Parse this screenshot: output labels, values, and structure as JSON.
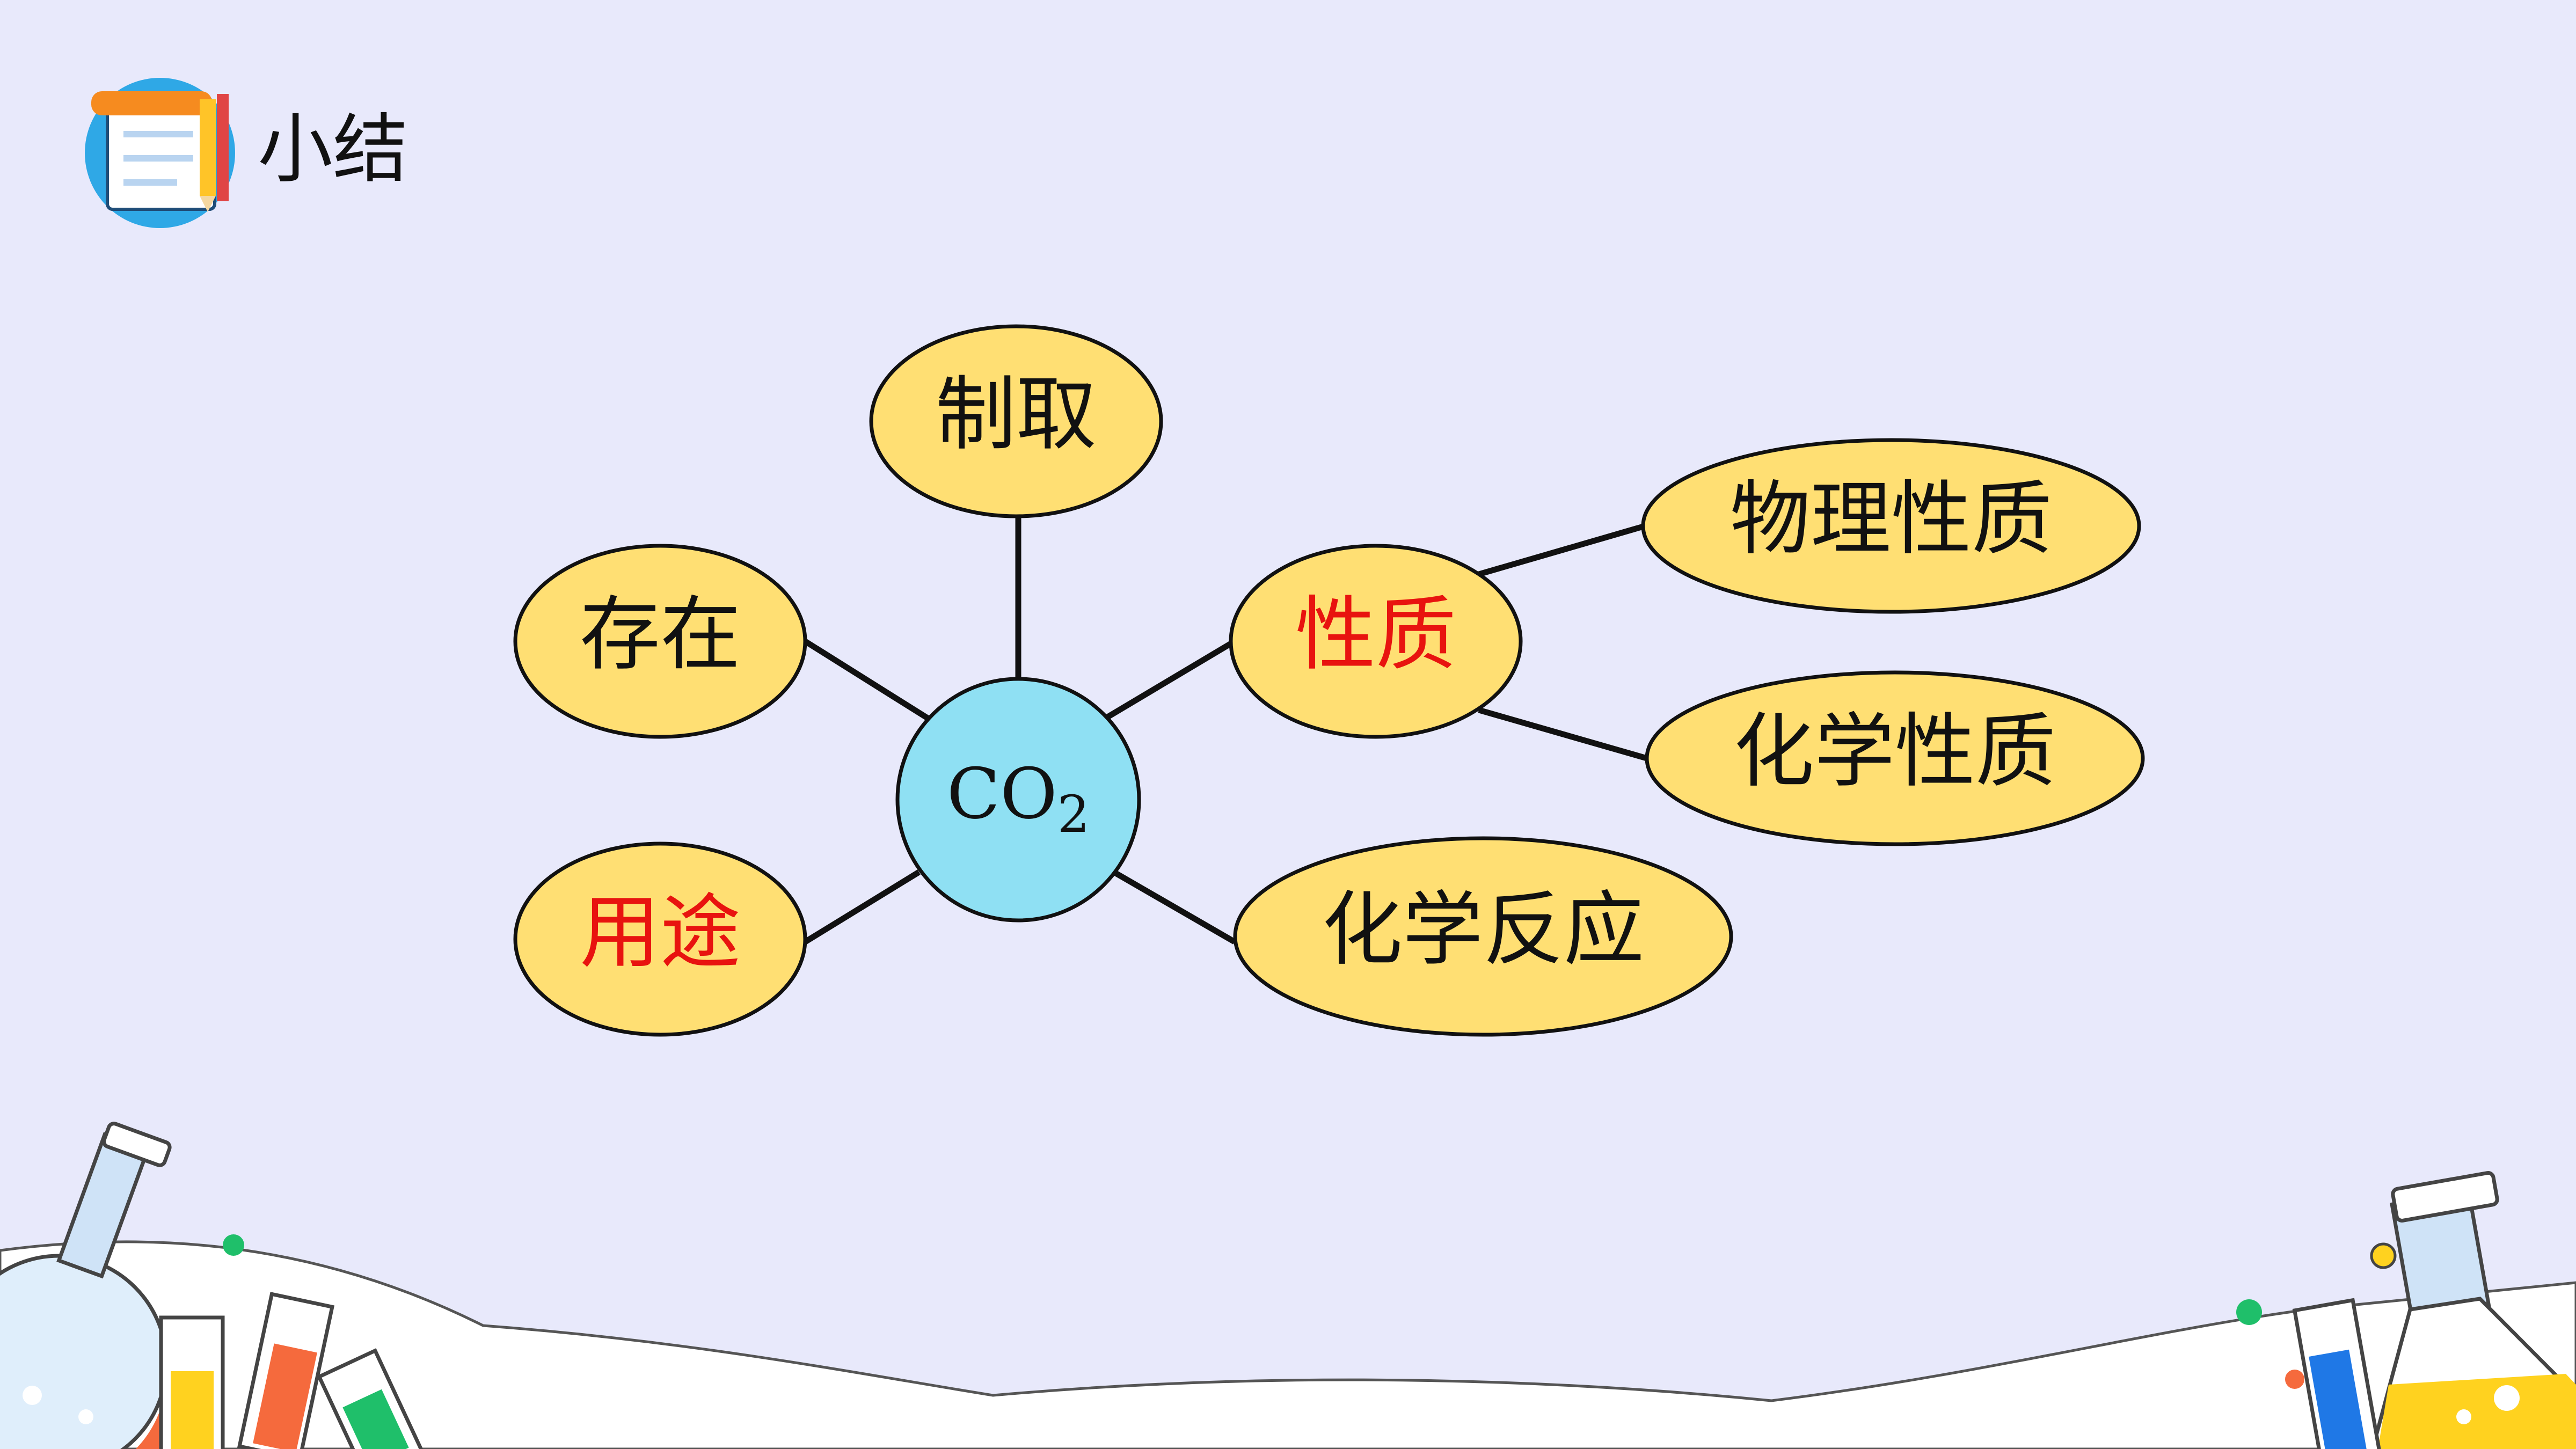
{
  "header": {
    "title": "小结",
    "icon": "notebook-icon"
  },
  "diagram": {
    "center": {
      "main": "CO",
      "sub": "2"
    },
    "nodes": {
      "zhiqu": "制取",
      "cunzai": "存在",
      "yongtu": "用途",
      "xingzhi": "性质",
      "huaxue_fanying": "化学反应",
      "wuli_xingzhi": "物理性质",
      "huaxue_xingzhi": "化学性质"
    }
  },
  "colors": {
    "background": "#e8e9fb",
    "node_fill": "#ffdf73",
    "center_fill": "#8fe0f3",
    "highlight_text": "#e8130f",
    "normal_text": "#111111",
    "line": "#111111"
  },
  "decorations": {
    "left": "lab-glassware-illustration",
    "right": "lab-glassware-illustration"
  }
}
